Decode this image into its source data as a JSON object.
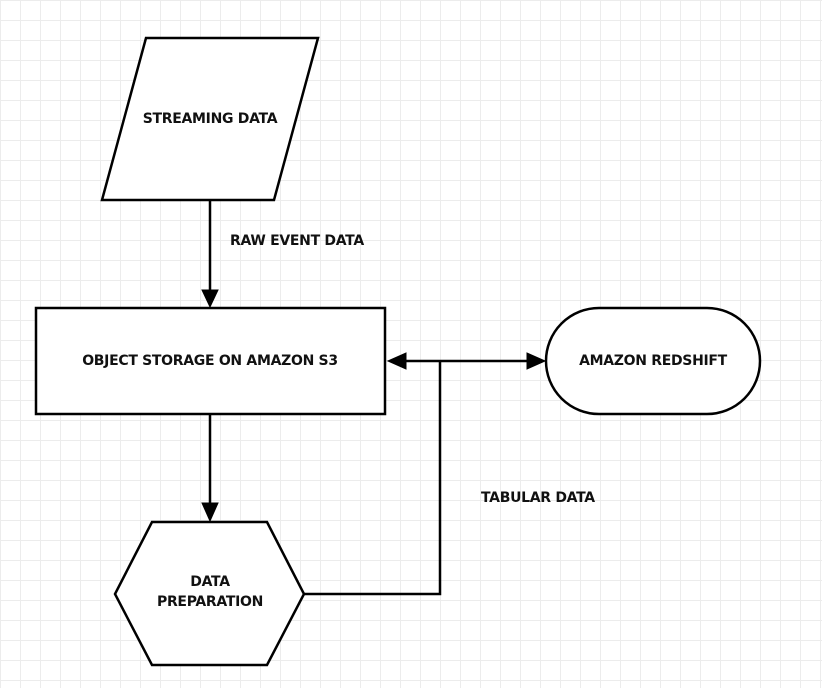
{
  "nodes": {
    "streaming_data": "STREAMING DATA",
    "object_storage": "OBJECT STORAGE ON AMAZON S3",
    "amazon_redshift": "AMAZON REDSHIFT",
    "data_preparation_line1": "DATA",
    "data_preparation_line2": "PREPARATION"
  },
  "edges": {
    "raw_event_data": "RAW EVENT DATA",
    "tabular_data": "TABULAR DATA"
  }
}
